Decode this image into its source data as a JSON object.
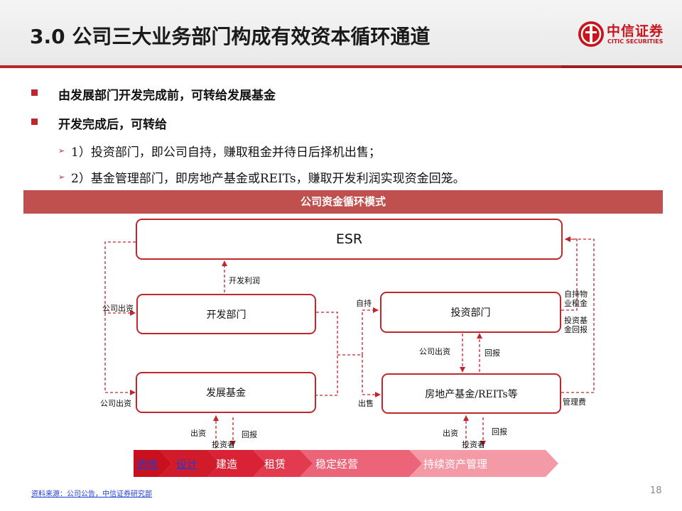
{
  "header": {
    "title": "3.0 公司三大业务部门构成有效资本循环通道",
    "logo_cn": "中信证券",
    "logo_en": "CITIC SECURITIES"
  },
  "bullets": [
    {
      "text": "由发展部门开发完成前，可转给发展基金"
    },
    {
      "text": "开发完成后，可转给"
    }
  ],
  "sub_bullets": [
    {
      "text": "1）投资部门，即公司自持，赚取租金并待日后择机出售；"
    },
    {
      "text": "2）基金管理部门，即房地产基金或REITs，赚取开发利润实现资金回笼。"
    }
  ],
  "diagram": {
    "banner": "公司资金循环模式",
    "boxes": {
      "esr": "ESR",
      "dev": "开发部门",
      "fund": "发展基金",
      "invest": "投资部门",
      "reits": "房地产基金/REITs等"
    },
    "labels": {
      "dev_profit": "开发利润",
      "company_capital_1": "公司出资",
      "company_capital_2": "公司出资",
      "self_hold": "自持",
      "sell": "出售",
      "self_rent": "自持物业租金",
      "invest_fund_return": "投资基金回报",
      "mgmt_fee": "管理费",
      "invest_company_capital": "公司出资",
      "invest_return": "回报",
      "left_contribute": "出资",
      "left_return": "回报",
      "left_investor": "投资者",
      "right_contribute": "出资",
      "right_return": "回报",
      "right_investor": "投资者"
    },
    "stages": [
      "选地",
      "设计",
      "建造",
      "租赁",
      "稳定经营",
      "持续资产管理"
    ],
    "colors": {
      "accent": "#c0272d",
      "band": "#c0504d",
      "stage_1": "#c9101c",
      "stage_2": "#d11a2a",
      "stage_3": "#d92236",
      "stage_4": "#e23b4f",
      "stage_5": "#ec6478",
      "stage_6": "#f49aa7"
    }
  },
  "footer": {
    "source": "资料来源：公司公告，中信证券研究部",
    "page": "18"
  }
}
